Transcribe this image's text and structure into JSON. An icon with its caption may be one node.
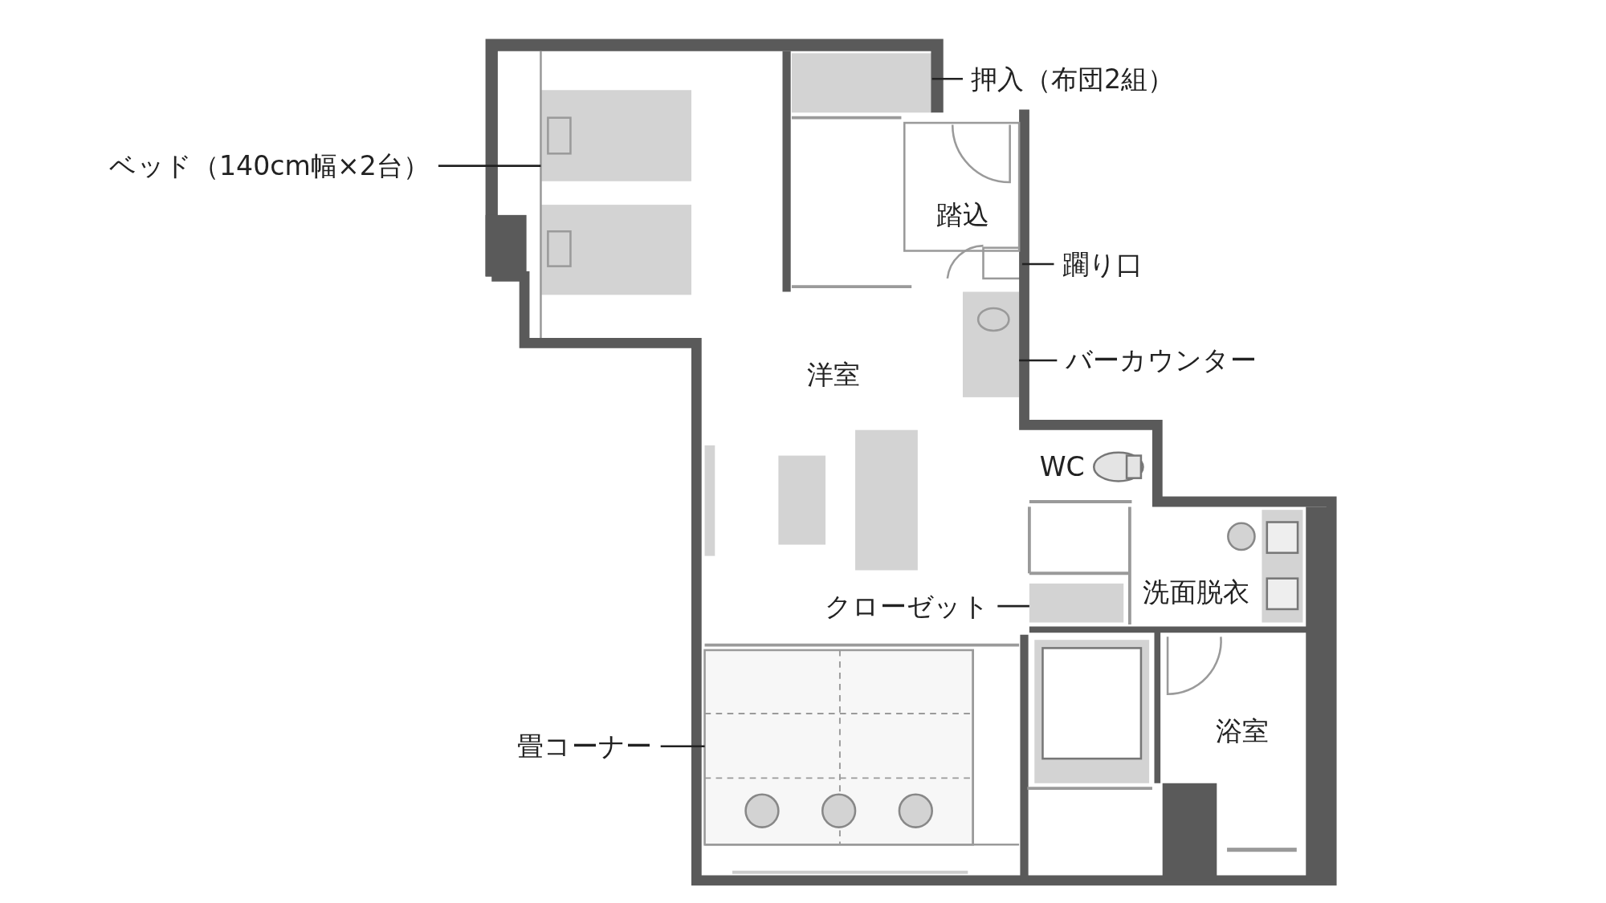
{
  "diagram": {
    "nodes": [
      {
        "text": [
          "押入（布団2組）"
        ]
      },
      {
        "text": [],
        "shape": "box"
      },
      {
        "text": [
          "ベッド（140cm幅×2台）"
        ]
      },
      {
        "text": [],
        "shape": "box"
      },
      {
        "text": [
          "躙り口"
        ]
      },
      {
        "text": [],
        "shape": "box"
      },
      {
        "text": [
          "バーカウンター"
        ]
      },
      {
        "text": [],
        "shape": "box"
      },
      {
        "text": [
          "クローゼット"
        ]
      },
      {
        "text": [],
        "shape": "box"
      },
      {
        "text": [
          "畳コーナー"
        ]
      },
      {
        "text": [],
        "shape": "box"
      },
      {
        "text": [],
        "shape": "box"
      }
    ],
    "edges": [
      {
        "from": 0,
        "to": 1,
        "arrow": "none"
      },
      {
        "from": 2,
        "to": 3,
        "arrow": "none"
      },
      {
        "from": 4,
        "to": 5,
        "arrow": "none"
      },
      {
        "from": 6,
        "to": 7,
        "arrow": "none"
      },
      {
        "from": 8,
        "to": 9,
        "arrow": "none"
      },
      {
        "from": 10,
        "to": 11,
        "arrow": "none"
      }
    ],
    "labels": [
      "踏込",
      "洋室",
      "WC",
      "洗面脱衣",
      "浴室"
    ]
  }
}
